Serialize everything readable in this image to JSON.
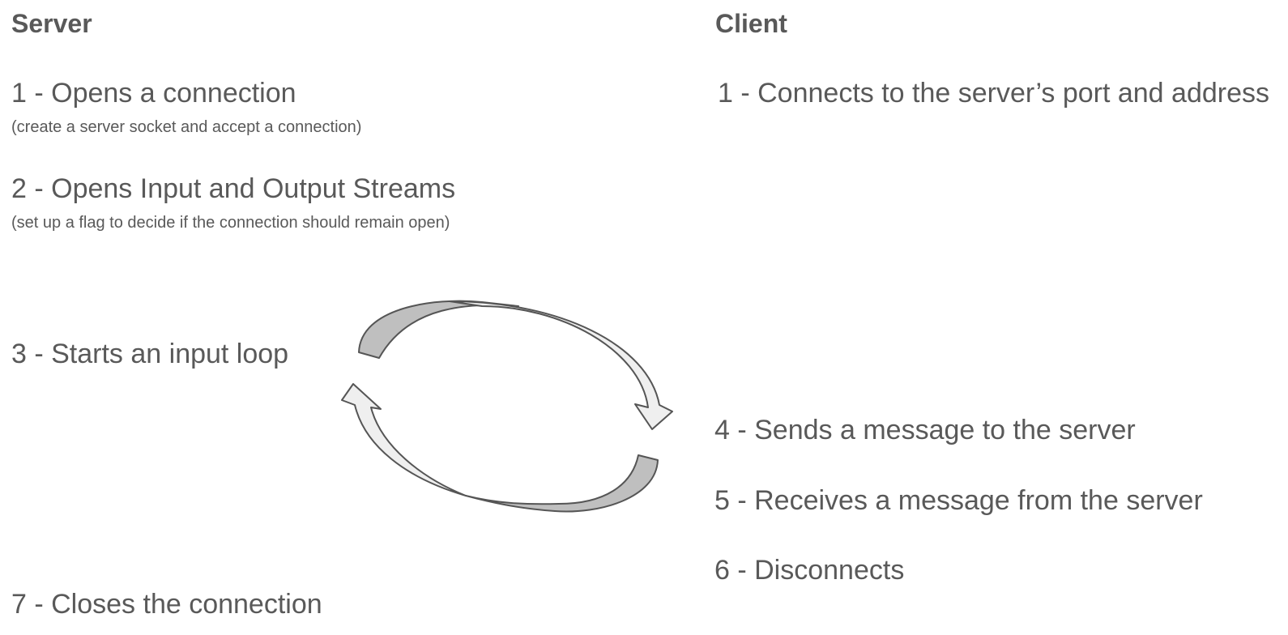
{
  "server": {
    "heading": "Server",
    "steps": {
      "s1": {
        "label": "1 - Opens a connection",
        "note": "(create a server socket and accept a connection)"
      },
      "s2": {
        "label": "2 - Opens Input and Output Streams",
        "note": "(set up a flag to decide if the connection should remain open)"
      },
      "s3": {
        "label": "3 - Starts an input loop"
      },
      "s7": {
        "label": "7 - Closes the connection"
      }
    }
  },
  "client": {
    "heading": "Client",
    "steps": {
      "c1": {
        "label": "1 - Connects to the server’s port and address"
      },
      "c4": {
        "label": "4 - Sends a message to the server"
      },
      "c5": {
        "label": "5 - Receives a message from the server"
      },
      "c6": {
        "label": "6 - Disconnects"
      }
    }
  },
  "loop": {
    "icon": "circular-loop-arrows-icon",
    "colors": {
      "stroke": "#555555",
      "dark_fill": "#bfbfbf",
      "light_fill": "#efefef",
      "text": "#595959"
    }
  }
}
